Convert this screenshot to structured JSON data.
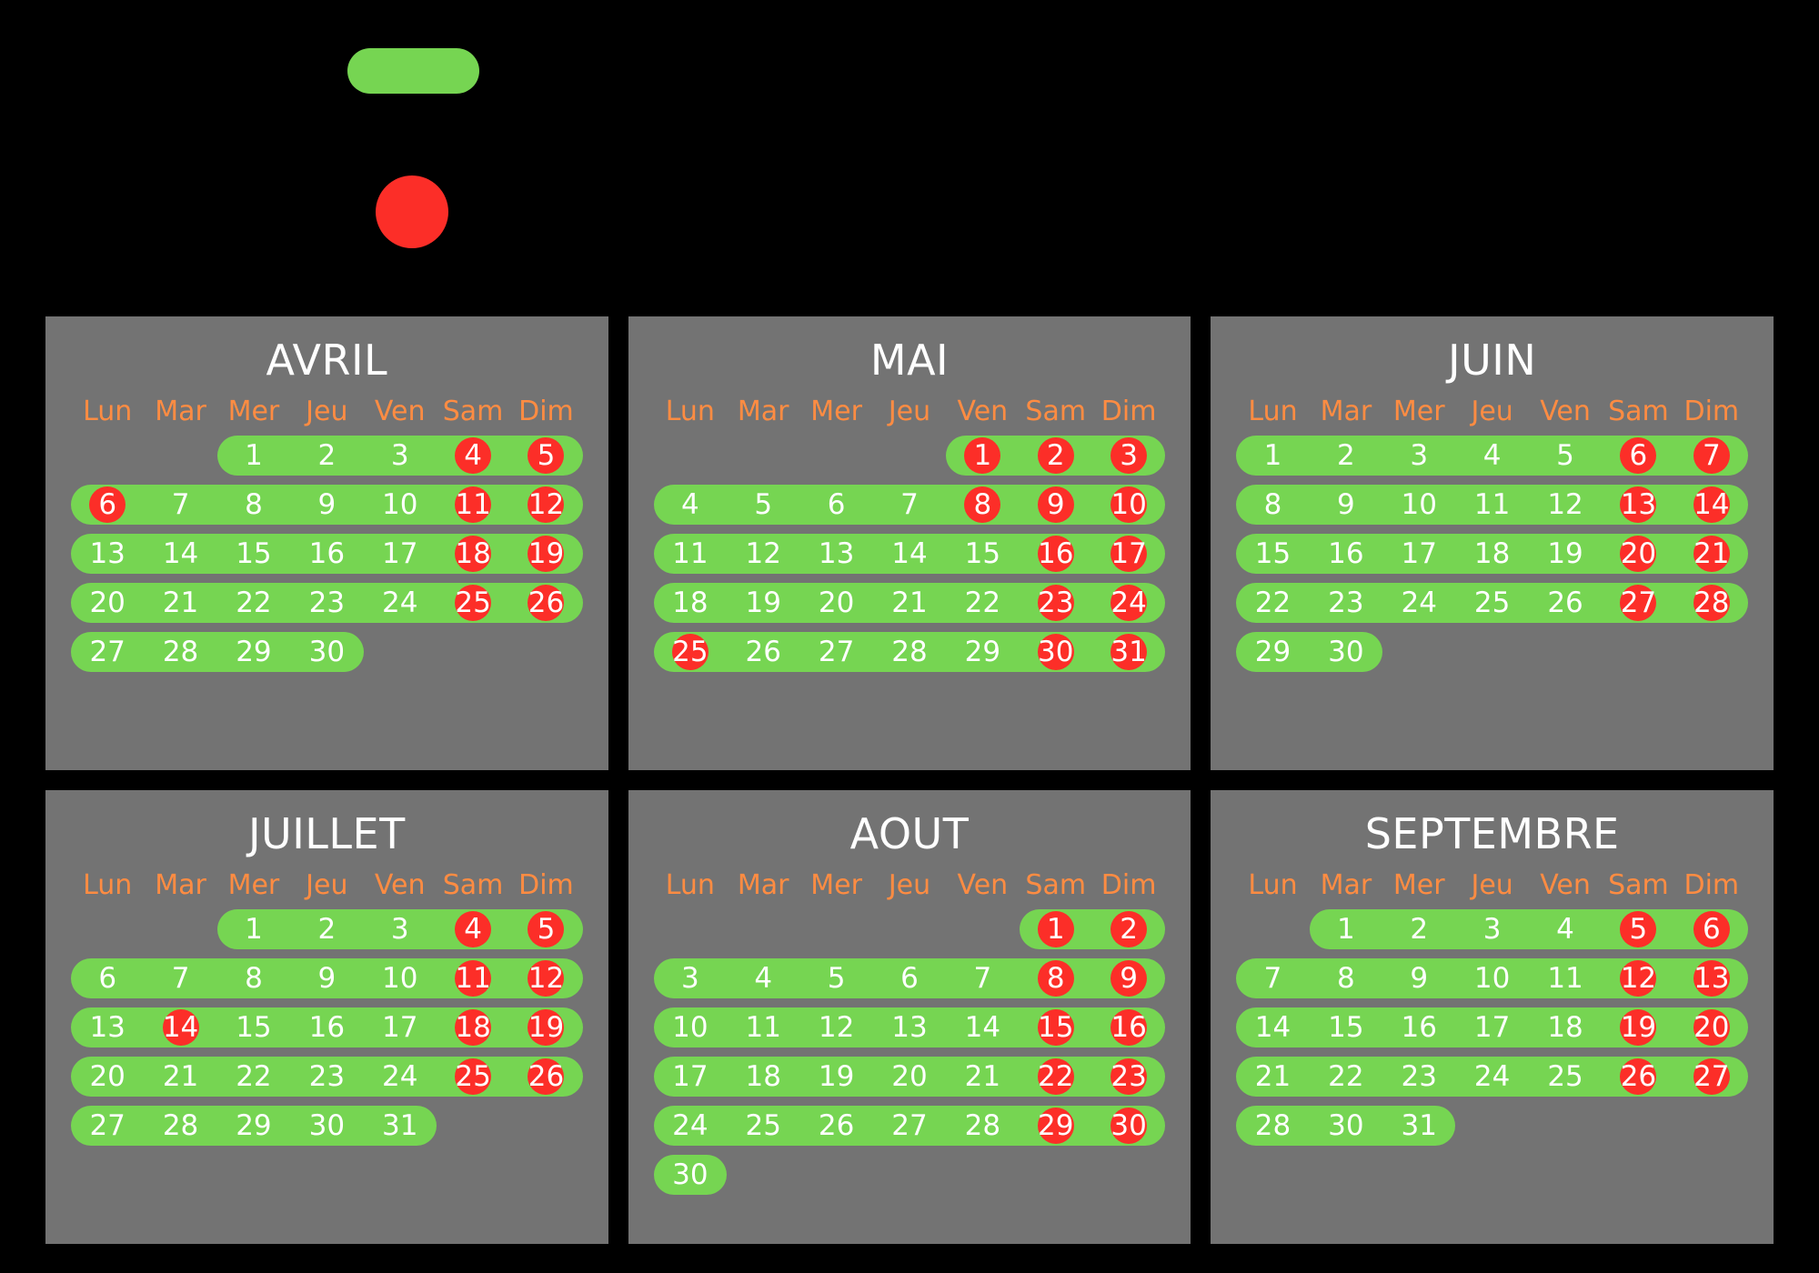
{
  "page": {
    "background_color": "#000000",
    "panel_color": "#737373",
    "week_bar_color": "#76d552",
    "holiday_color": "#fc2e28",
    "dow_color": "#ff8c42",
    "text_color": "#ffffff"
  },
  "legend": {
    "week_bar_swatch": "green-pill",
    "holiday_swatch": "red-circle"
  },
  "weekdays": [
    "Lun",
    "Mar",
    "Mer",
    "Jeu",
    "Ven",
    "Sam",
    "Dim"
  ],
  "months": [
    {
      "name": "AVRIL",
      "weeks": [
        {
          "start": 2,
          "days": [
            {
              "n": "1"
            },
            {
              "n": "2"
            },
            {
              "n": "3"
            },
            {
              "n": "4",
              "holiday": true
            },
            {
              "n": "5",
              "holiday": true
            }
          ]
        },
        {
          "start": 0,
          "days": [
            {
              "n": "6",
              "holiday": true
            },
            {
              "n": "7"
            },
            {
              "n": "8"
            },
            {
              "n": "9"
            },
            {
              "n": "10"
            },
            {
              "n": "11",
              "holiday": true
            },
            {
              "n": "12",
              "holiday": true
            }
          ]
        },
        {
          "start": 0,
          "days": [
            {
              "n": "13"
            },
            {
              "n": "14"
            },
            {
              "n": "15"
            },
            {
              "n": "16"
            },
            {
              "n": "17"
            },
            {
              "n": "18",
              "holiday": true
            },
            {
              "n": "19",
              "holiday": true
            }
          ]
        },
        {
          "start": 0,
          "days": [
            {
              "n": "20"
            },
            {
              "n": "21"
            },
            {
              "n": "22"
            },
            {
              "n": "23"
            },
            {
              "n": "24"
            },
            {
              "n": "25",
              "holiday": true
            },
            {
              "n": "26",
              "holiday": true
            }
          ]
        },
        {
          "start": 0,
          "days": [
            {
              "n": "27"
            },
            {
              "n": "28"
            },
            {
              "n": "29"
            },
            {
              "n": "30"
            }
          ]
        }
      ]
    },
    {
      "name": "MAI",
      "weeks": [
        {
          "start": 4,
          "days": [
            {
              "n": "1",
              "holiday": true
            },
            {
              "n": "2",
              "holiday": true
            },
            {
              "n": "3",
              "holiday": true
            }
          ]
        },
        {
          "start": 0,
          "days": [
            {
              "n": "4"
            },
            {
              "n": "5"
            },
            {
              "n": "6"
            },
            {
              "n": "7"
            },
            {
              "n": "8",
              "holiday": true
            },
            {
              "n": "9",
              "holiday": true
            },
            {
              "n": "10",
              "holiday": true
            }
          ]
        },
        {
          "start": 0,
          "days": [
            {
              "n": "11"
            },
            {
              "n": "12"
            },
            {
              "n": "13"
            },
            {
              "n": "14"
            },
            {
              "n": "15"
            },
            {
              "n": "16",
              "holiday": true
            },
            {
              "n": "17",
              "holiday": true
            }
          ]
        },
        {
          "start": 0,
          "days": [
            {
              "n": "18"
            },
            {
              "n": "19"
            },
            {
              "n": "20"
            },
            {
              "n": "21"
            },
            {
              "n": "22"
            },
            {
              "n": "23",
              "holiday": true
            },
            {
              "n": "24",
              "holiday": true
            }
          ]
        },
        {
          "start": 0,
          "days": [
            {
              "n": "25",
              "holiday": true
            },
            {
              "n": "26"
            },
            {
              "n": "27"
            },
            {
              "n": "28"
            },
            {
              "n": "29"
            },
            {
              "n": "30",
              "holiday": true
            },
            {
              "n": "31",
              "holiday": true
            }
          ]
        }
      ]
    },
    {
      "name": "JUIN",
      "weeks": [
        {
          "start": 0,
          "days": [
            {
              "n": "1"
            },
            {
              "n": "2"
            },
            {
              "n": "3"
            },
            {
              "n": "4"
            },
            {
              "n": "5"
            },
            {
              "n": "6",
              "holiday": true
            },
            {
              "n": "7",
              "holiday": true
            }
          ]
        },
        {
          "start": 0,
          "days": [
            {
              "n": "8"
            },
            {
              "n": "9"
            },
            {
              "n": "10"
            },
            {
              "n": "11"
            },
            {
              "n": "12"
            },
            {
              "n": "13",
              "holiday": true
            },
            {
              "n": "14",
              "holiday": true
            }
          ]
        },
        {
          "start": 0,
          "days": [
            {
              "n": "15"
            },
            {
              "n": "16"
            },
            {
              "n": "17"
            },
            {
              "n": "18"
            },
            {
              "n": "19"
            },
            {
              "n": "20",
              "holiday": true
            },
            {
              "n": "21",
              "holiday": true
            }
          ]
        },
        {
          "start": 0,
          "days": [
            {
              "n": "22"
            },
            {
              "n": "23"
            },
            {
              "n": "24"
            },
            {
              "n": "25"
            },
            {
              "n": "26"
            },
            {
              "n": "27",
              "holiday": true
            },
            {
              "n": "28",
              "holiday": true
            }
          ]
        },
        {
          "start": 0,
          "days": [
            {
              "n": "29"
            },
            {
              "n": "30"
            }
          ]
        }
      ]
    },
    {
      "name": "JUILLET",
      "weeks": [
        {
          "start": 2,
          "days": [
            {
              "n": "1"
            },
            {
              "n": "2"
            },
            {
              "n": "3"
            },
            {
              "n": "4",
              "holiday": true
            },
            {
              "n": "5",
              "holiday": true
            }
          ]
        },
        {
          "start": 0,
          "days": [
            {
              "n": "6"
            },
            {
              "n": "7"
            },
            {
              "n": "8"
            },
            {
              "n": "9"
            },
            {
              "n": "10"
            },
            {
              "n": "11",
              "holiday": true
            },
            {
              "n": "12",
              "holiday": true
            }
          ]
        },
        {
          "start": 0,
          "days": [
            {
              "n": "13"
            },
            {
              "n": "14",
              "holiday": true
            },
            {
              "n": "15"
            },
            {
              "n": "16"
            },
            {
              "n": "17"
            },
            {
              "n": "18",
              "holiday": true
            },
            {
              "n": "19",
              "holiday": true
            }
          ]
        },
        {
          "start": 0,
          "days": [
            {
              "n": "20"
            },
            {
              "n": "21"
            },
            {
              "n": "22"
            },
            {
              "n": "23"
            },
            {
              "n": "24"
            },
            {
              "n": "25",
              "holiday": true
            },
            {
              "n": "26",
              "holiday": true
            }
          ]
        },
        {
          "start": 0,
          "days": [
            {
              "n": "27"
            },
            {
              "n": "28"
            },
            {
              "n": "29"
            },
            {
              "n": "30"
            },
            {
              "n": "31"
            }
          ]
        }
      ]
    },
    {
      "name": "AOUT",
      "weeks": [
        {
          "start": 5,
          "days": [
            {
              "n": "1",
              "holiday": true
            },
            {
              "n": "2",
              "holiday": true
            }
          ]
        },
        {
          "start": 0,
          "days": [
            {
              "n": "3"
            },
            {
              "n": "4"
            },
            {
              "n": "5"
            },
            {
              "n": "6"
            },
            {
              "n": "7"
            },
            {
              "n": "8",
              "holiday": true
            },
            {
              "n": "9",
              "holiday": true
            }
          ]
        },
        {
          "start": 0,
          "days": [
            {
              "n": "10"
            },
            {
              "n": "11"
            },
            {
              "n": "12"
            },
            {
              "n": "13"
            },
            {
              "n": "14"
            },
            {
              "n": "15",
              "holiday": true
            },
            {
              "n": "16",
              "holiday": true
            }
          ]
        },
        {
          "start": 0,
          "days": [
            {
              "n": "17"
            },
            {
              "n": "18"
            },
            {
              "n": "19"
            },
            {
              "n": "20"
            },
            {
              "n": "21"
            },
            {
              "n": "22",
              "holiday": true
            },
            {
              "n": "23",
              "holiday": true
            }
          ]
        },
        {
          "start": 0,
          "days": [
            {
              "n": "24"
            },
            {
              "n": "25"
            },
            {
              "n": "26"
            },
            {
              "n": "27"
            },
            {
              "n": "28"
            },
            {
              "n": "29",
              "holiday": true
            },
            {
              "n": "30",
              "holiday": true
            }
          ]
        },
        {
          "start": 0,
          "days": [
            {
              "n": "30"
            }
          ]
        }
      ]
    },
    {
      "name": "SEPTEMBRE",
      "weeks": [
        {
          "start": 1,
          "days": [
            {
              "n": "1"
            },
            {
              "n": "2"
            },
            {
              "n": "3"
            },
            {
              "n": "4"
            },
            {
              "n": "5",
              "holiday": true
            },
            {
              "n": "6",
              "holiday": true
            }
          ]
        },
        {
          "start": 0,
          "days": [
            {
              "n": "7"
            },
            {
              "n": "8"
            },
            {
              "n": "9"
            },
            {
              "n": "10"
            },
            {
              "n": "11"
            },
            {
              "n": "12",
              "holiday": true
            },
            {
              "n": "13",
              "holiday": true
            }
          ]
        },
        {
          "start": 0,
          "days": [
            {
              "n": "14"
            },
            {
              "n": "15"
            },
            {
              "n": "16"
            },
            {
              "n": "17"
            },
            {
              "n": "18"
            },
            {
              "n": "19",
              "holiday": true
            },
            {
              "n": "20",
              "holiday": true
            }
          ]
        },
        {
          "start": 0,
          "days": [
            {
              "n": "21"
            },
            {
              "n": "22"
            },
            {
              "n": "23"
            },
            {
              "n": "24"
            },
            {
              "n": "25"
            },
            {
              "n": "26",
              "holiday": true
            },
            {
              "n": "27",
              "holiday": true
            }
          ]
        },
        {
          "start": 0,
          "days": [
            {
              "n": "28"
            },
            {
              "n": "30"
            },
            {
              "n": "31"
            }
          ]
        }
      ]
    }
  ]
}
